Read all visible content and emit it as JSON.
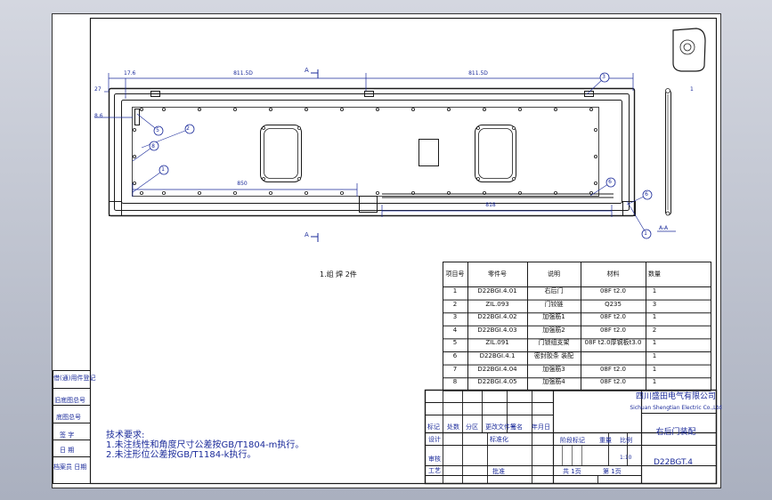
{
  "drawing": {
    "dims": {
      "d176": "17.6",
      "d811_left": "811.5D",
      "d811_right": "811.5D",
      "d27": "27",
      "d86": "8.6",
      "d850": "850",
      "d818": "818"
    },
    "section_marks": {
      "top": "A",
      "bottom": "A",
      "view": "A-A"
    },
    "balloons": [
      "1",
      "2",
      "3",
      "4",
      "5",
      "6",
      "7",
      "8"
    ],
    "note_assembly": "1.组 焊 2件"
  },
  "bom": {
    "headers": [
      "项目号",
      "零件号",
      "说明",
      "材料",
      "数量"
    ],
    "rows": [
      [
        "1",
        "D22BGI.4.01",
        "右后门",
        "08F  t2.0",
        "1"
      ],
      [
        "2",
        "ZIL.093",
        "门铰链",
        "Q235",
        "3"
      ],
      [
        "3",
        "D22BGI.4.02",
        "加强筋1",
        "08F  t2.0",
        "1"
      ],
      [
        "4",
        "D22BGI.4.03",
        "加强筋2",
        "08F  t2.0",
        "2"
      ],
      [
        "5",
        "ZIL.091",
        "门锁组支架",
        "08F t2.0厚钢板t3.0",
        "1"
      ],
      [
        "6",
        "D22BGI.4.1",
        "密封胶条 装配",
        "",
        "1"
      ],
      [
        "7",
        "D22BGI.4.04",
        "加强筋3",
        "08F    t2.0",
        "1"
      ],
      [
        "8",
        "D22BGI.4.05",
        "加强筋4",
        "08F    t2.0",
        "1"
      ]
    ]
  },
  "title_block": {
    "company": "四川盛田电气有限公司",
    "company_en": "Sichuan Shengtian Electric Co.,Ltd",
    "part_name": "右后门装配",
    "drawing_no": "D22BGT.4",
    "scale": "1:10",
    "labels": {
      "mark": "标记",
      "count": "处数",
      "zone": "分区",
      "change_doc": "更改文件号",
      "sign": "签名",
      "date": "年月日",
      "design": "设计",
      "standardize": "标准化",
      "stage_mark": "阶段标记",
      "weight": "重量",
      "scale_label": "比例",
      "review": "审核",
      "process": "工艺",
      "approve": "批准",
      "sheets": "共  1页",
      "sheet_no": "第  1页"
    },
    "tech_title": "技术要求:",
    "tech_1": "1.未注线性和角度尺寸公差按GB/T1804-m执行。",
    "tech_2": "2.未注形位公差按GB/T1184-k执行。"
  },
  "side_block": {
    "labels": [
      "借(通)用件登记",
      "旧底图总号",
      "底图总号",
      "签 字",
      "日 期",
      "档案员 日期"
    ]
  }
}
